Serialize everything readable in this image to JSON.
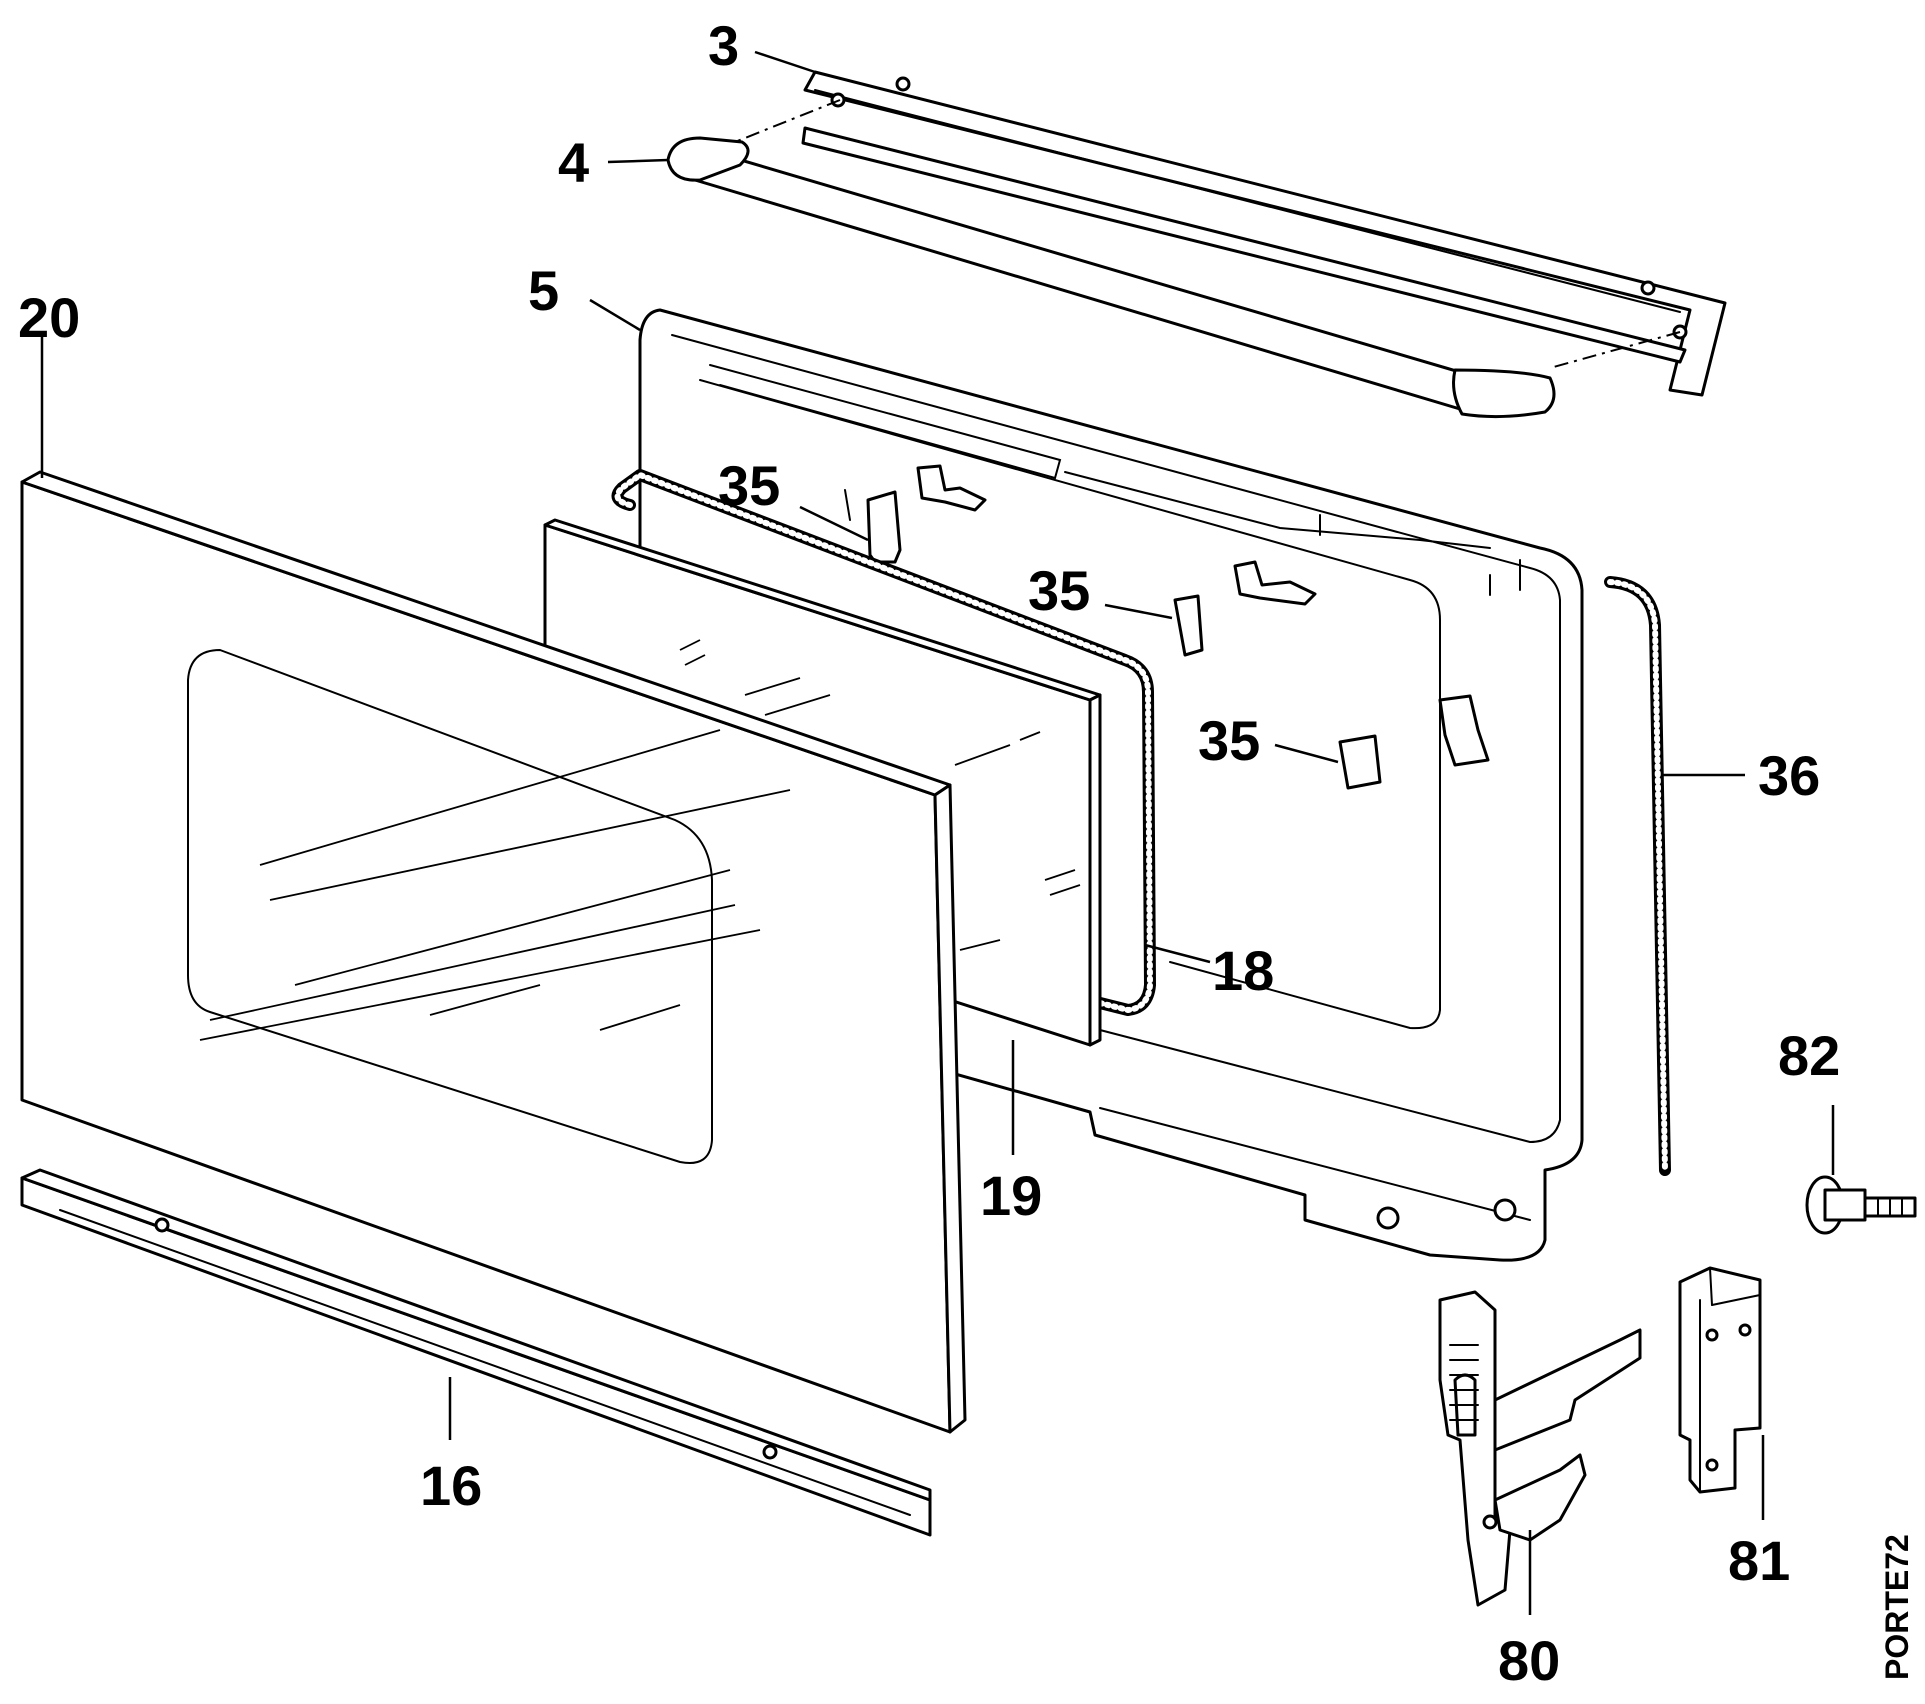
{
  "callouts": {
    "p3": "3",
    "p4": "4",
    "p5": "5",
    "p20": "20",
    "p35a": "35",
    "p35b": "35",
    "p35c": "35",
    "p36": "36",
    "p18": "18",
    "p19": "19",
    "p82": "82",
    "p16": "16",
    "p80": "80",
    "p81": "81"
  },
  "drawing_code": "PORTE72"
}
